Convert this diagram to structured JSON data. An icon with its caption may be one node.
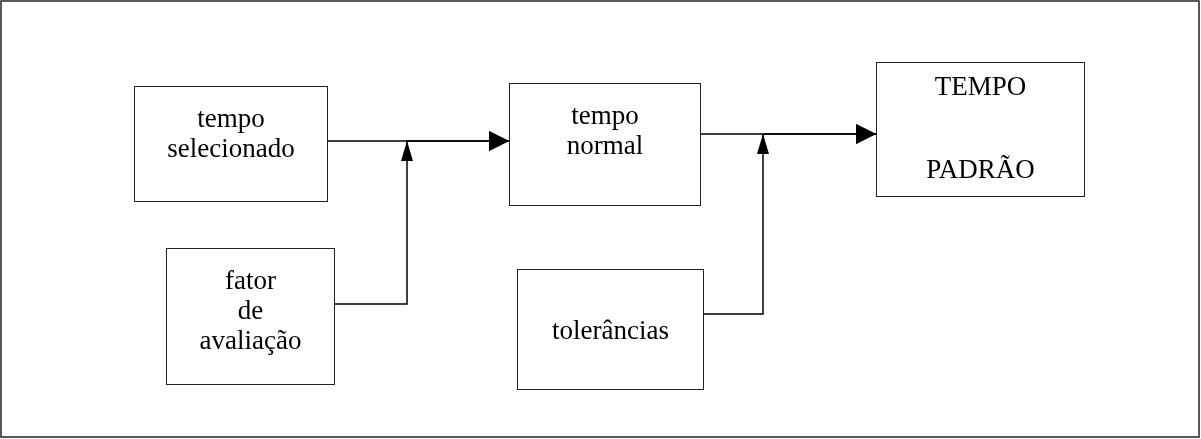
{
  "diagram": {
    "nodes": [
      {
        "text": [
          "tempo selecionado"
        ]
      },
      {
        "text": [
          "fator de avaliação"
        ]
      },
      {
        "text": [
          "tempo normal"
        ]
      },
      {
        "text": [
          "TEMPO",
          "PADRÃO"
        ]
      },
      {
        "text": [
          "tolerâncias"
        ]
      }
    ],
    "edges": [
      {
        "from": 0,
        "to": 2,
        "arrow": "to"
      },
      {
        "from": 1,
        "to": 2,
        "arrow": "to"
      },
      {
        "from": 2,
        "to": 3,
        "arrow": "to"
      },
      {
        "from": 4,
        "to": 3,
        "arrow": "to"
      }
    ]
  }
}
